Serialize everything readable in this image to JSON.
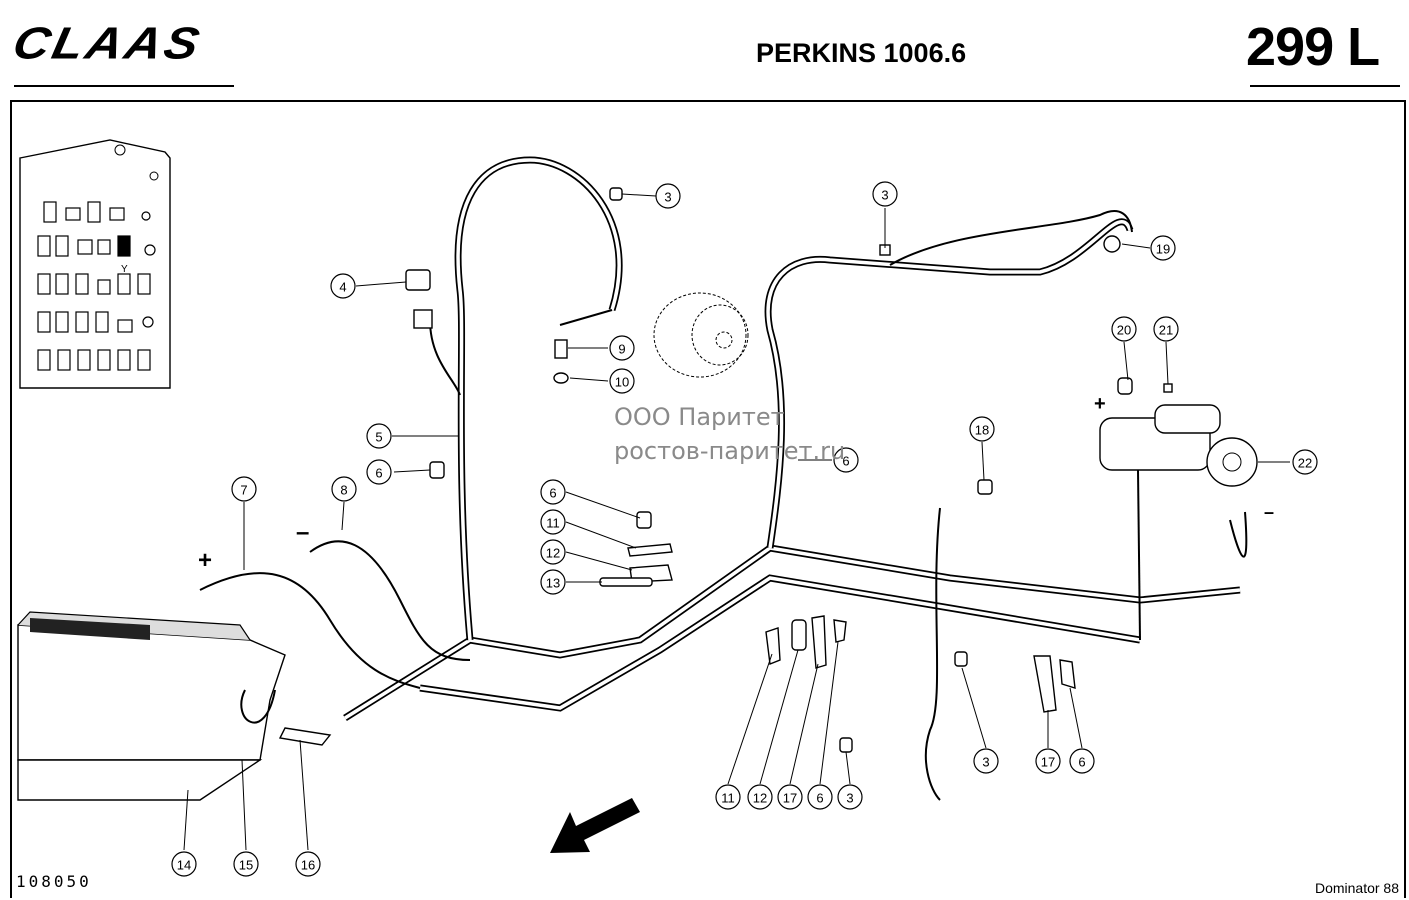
{
  "header": {
    "logo_text": "CLAAS",
    "title": "PERKINS 1006.6",
    "page_number": "299 L"
  },
  "watermark": {
    "line1": "ООО Паритет",
    "line2": "ростов-паритет.ru"
  },
  "footer": {
    "drawing_number": "108050",
    "machine_model": "Dominator 88"
  },
  "symbols": {
    "plus": "+",
    "minus": "–",
    "relay_label": "Y"
  },
  "callouts": [
    "3",
    "3",
    "4",
    "19",
    "5",
    "6",
    "9",
    "10",
    "6",
    "20",
    "21",
    "22",
    "18",
    "7",
    "8",
    "6",
    "11",
    "12",
    "13",
    "11",
    "12",
    "17",
    "6",
    "3",
    "3",
    "17",
    "6",
    "14",
    "15",
    "16"
  ]
}
